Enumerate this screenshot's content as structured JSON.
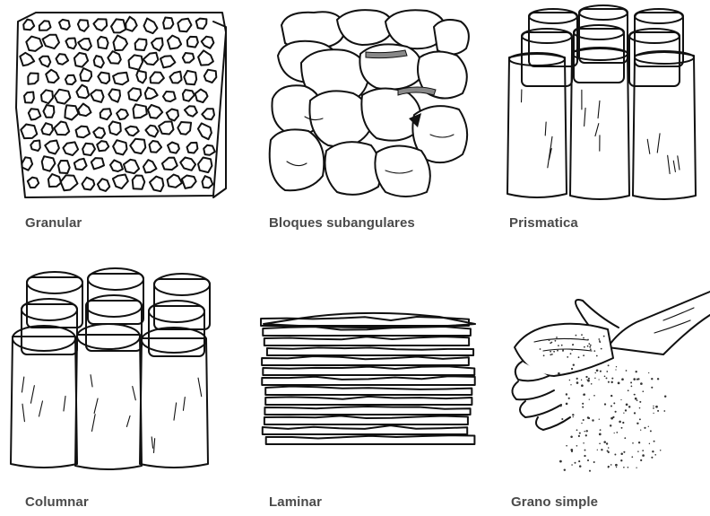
{
  "structures": [
    {
      "id": "granular",
      "label": "Granular",
      "shade": "#ffffff"
    },
    {
      "id": "subangular",
      "label": "Bloques subangulares",
      "shade": "#ffffff"
    },
    {
      "id": "prismatic",
      "label": "Prismatica",
      "shade": "#ffffff"
    },
    {
      "id": "columnar",
      "label": "Columnar",
      "shade": "#b8b8b8"
    },
    {
      "id": "laminar",
      "label": "Laminar",
      "shade": "#ffffff"
    },
    {
      "id": "single-grain",
      "label": "Grano simple",
      "shade": "#ffffff"
    }
  ]
}
